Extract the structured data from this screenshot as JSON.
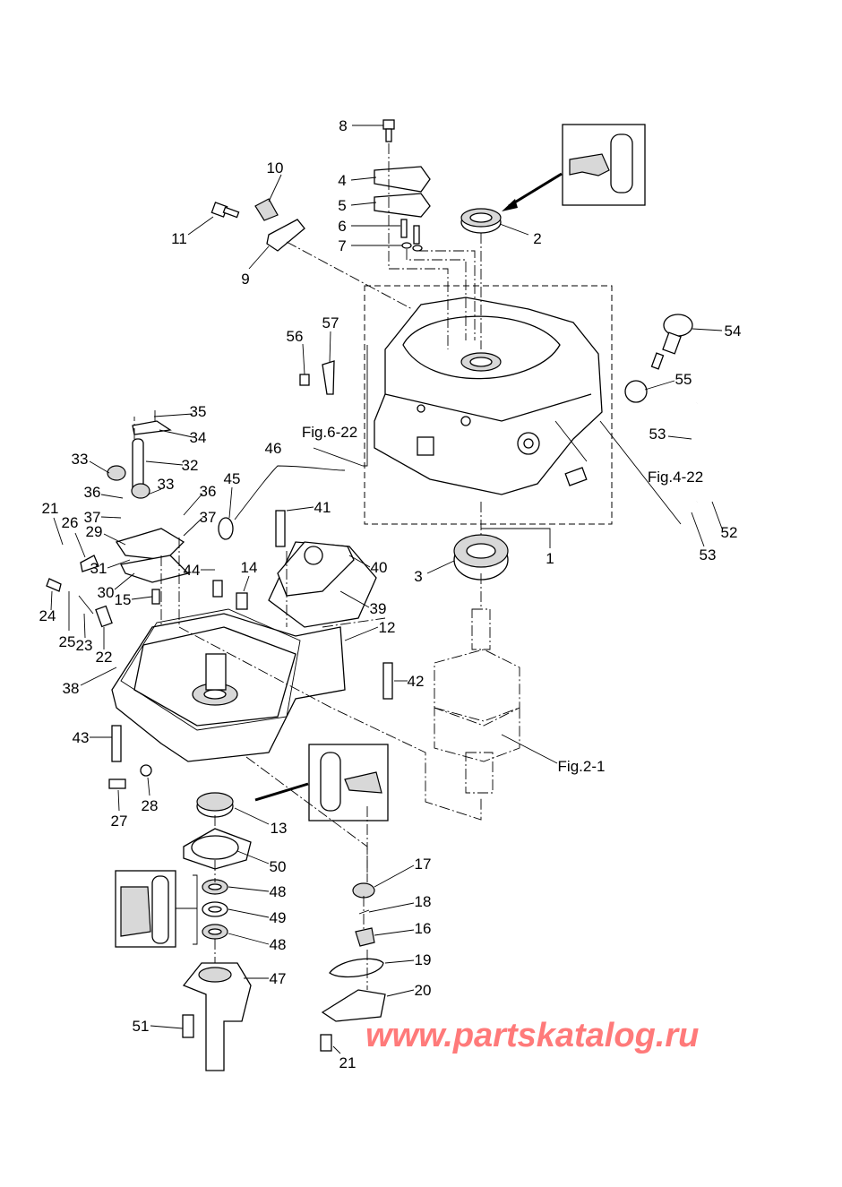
{
  "diagram": {
    "labels": [
      "8",
      "10",
      "4",
      "5",
      "6",
      "7",
      "2",
      "11",
      "9",
      "57",
      "56",
      "54",
      "55",
      "53",
      "Fig.4-22",
      "52",
      "53",
      "1",
      "3",
      "Fig.6-22",
      "46",
      "35",
      "34",
      "33",
      "32",
      "33",
      "36",
      "36",
      "37",
      "37",
      "21",
      "26",
      "29",
      "45",
      "41",
      "40",
      "14",
      "44",
      "31",
      "30",
      "15",
      "39",
      "12",
      "24",
      "25",
      "23",
      "22",
      "38",
      "42",
      "43",
      "Fig.2-1",
      "28",
      "27",
      "13",
      "50",
      "17",
      "48",
      "18",
      "49",
      "16",
      "48",
      "19",
      "47",
      "20",
      "51",
      "21"
    ],
    "watermark": "www.partskatalog.ru",
    "colors": {
      "watermark": "#ff7a7a",
      "line": "#000000",
      "shade": "#d8d8d8"
    }
  }
}
